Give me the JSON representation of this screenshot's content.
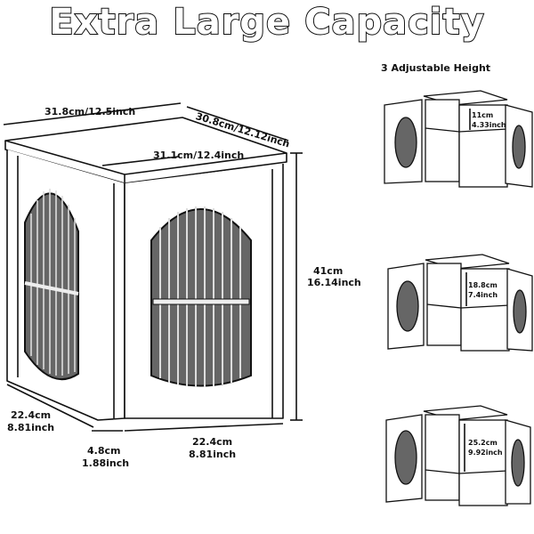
{
  "title": "Extra Large Capacity",
  "main_dimensions": {
    "width_top": "31.8cm/12.5inch",
    "depth_top": "30.8cm/12.12inch",
    "inner_width": "31.1cm/12.4inch",
    "height_cm": "41cm",
    "height_inch": "16.14inch",
    "left_face_cm": "22.4cm",
    "left_face_inch": "8.81inch",
    "corner_cm": "4.8cm",
    "corner_inch": "1.88inch",
    "right_face_cm": "22.4cm",
    "right_face_inch": "8.81inch"
  },
  "adjustable": {
    "title": "3 Adjustable Height",
    "options": [
      {
        "cm": "11cm",
        "inch": "4.33inch"
      },
      {
        "cm": "18.8cm",
        "inch": "7.4inch"
      },
      {
        "cm": "25.2cm",
        "inch": "9.92inch"
      }
    ]
  }
}
